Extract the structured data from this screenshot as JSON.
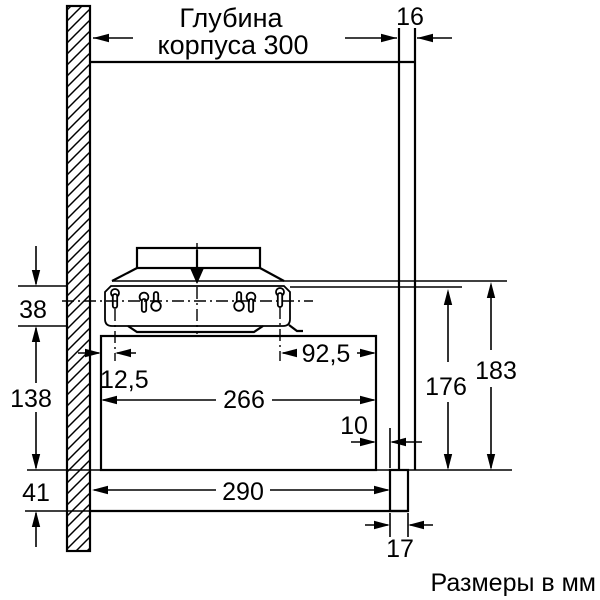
{
  "title": {
    "line1": "Глубина",
    "line2": "корпуса 300"
  },
  "footer": "Размеры в мм",
  "dims": {
    "duct_width": "16",
    "bracket_band_height": "38",
    "body_band_height": "138",
    "visor_band_height": "41",
    "left_slot_offset": "12,5",
    "right_slot_offset": "92,5",
    "body_width": "266",
    "rear_gap": "10",
    "visor_width": "290",
    "front_strip_width": "17",
    "height_to_slot_line": "176",
    "height_to_flange": "183"
  },
  "colors": {
    "line": "#000000",
    "background": "#ffffff"
  }
}
